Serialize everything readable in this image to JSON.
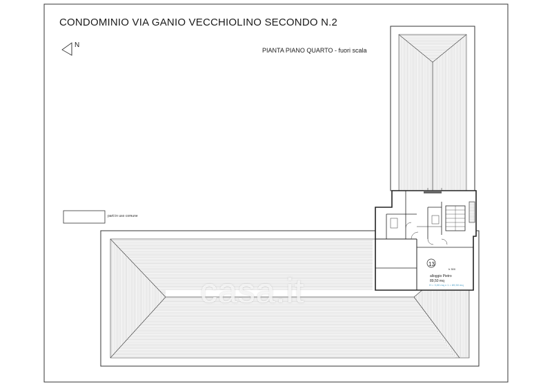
{
  "drawing": {
    "title": "CONDOMINIO VIA GANIO VECCHIOLINO SECONDO N.2",
    "subtitle": "PIANTA PIANO QUARTO - fuori scala",
    "north_label": "N",
    "legend_label": "parti in uso comune",
    "apartment": {
      "number": "13",
      "name": "alloggio Pietro",
      "area": "89,50 mq",
      "detail": "H = 3,00 mq x 1 = 89,50 mq",
      "height_label": "h 300"
    },
    "watermark": "casa.it"
  },
  "colors": {
    "line": "#2a2a2a",
    "hatch": "#9a9a9a",
    "detail_text": "#4a9ec7"
  }
}
